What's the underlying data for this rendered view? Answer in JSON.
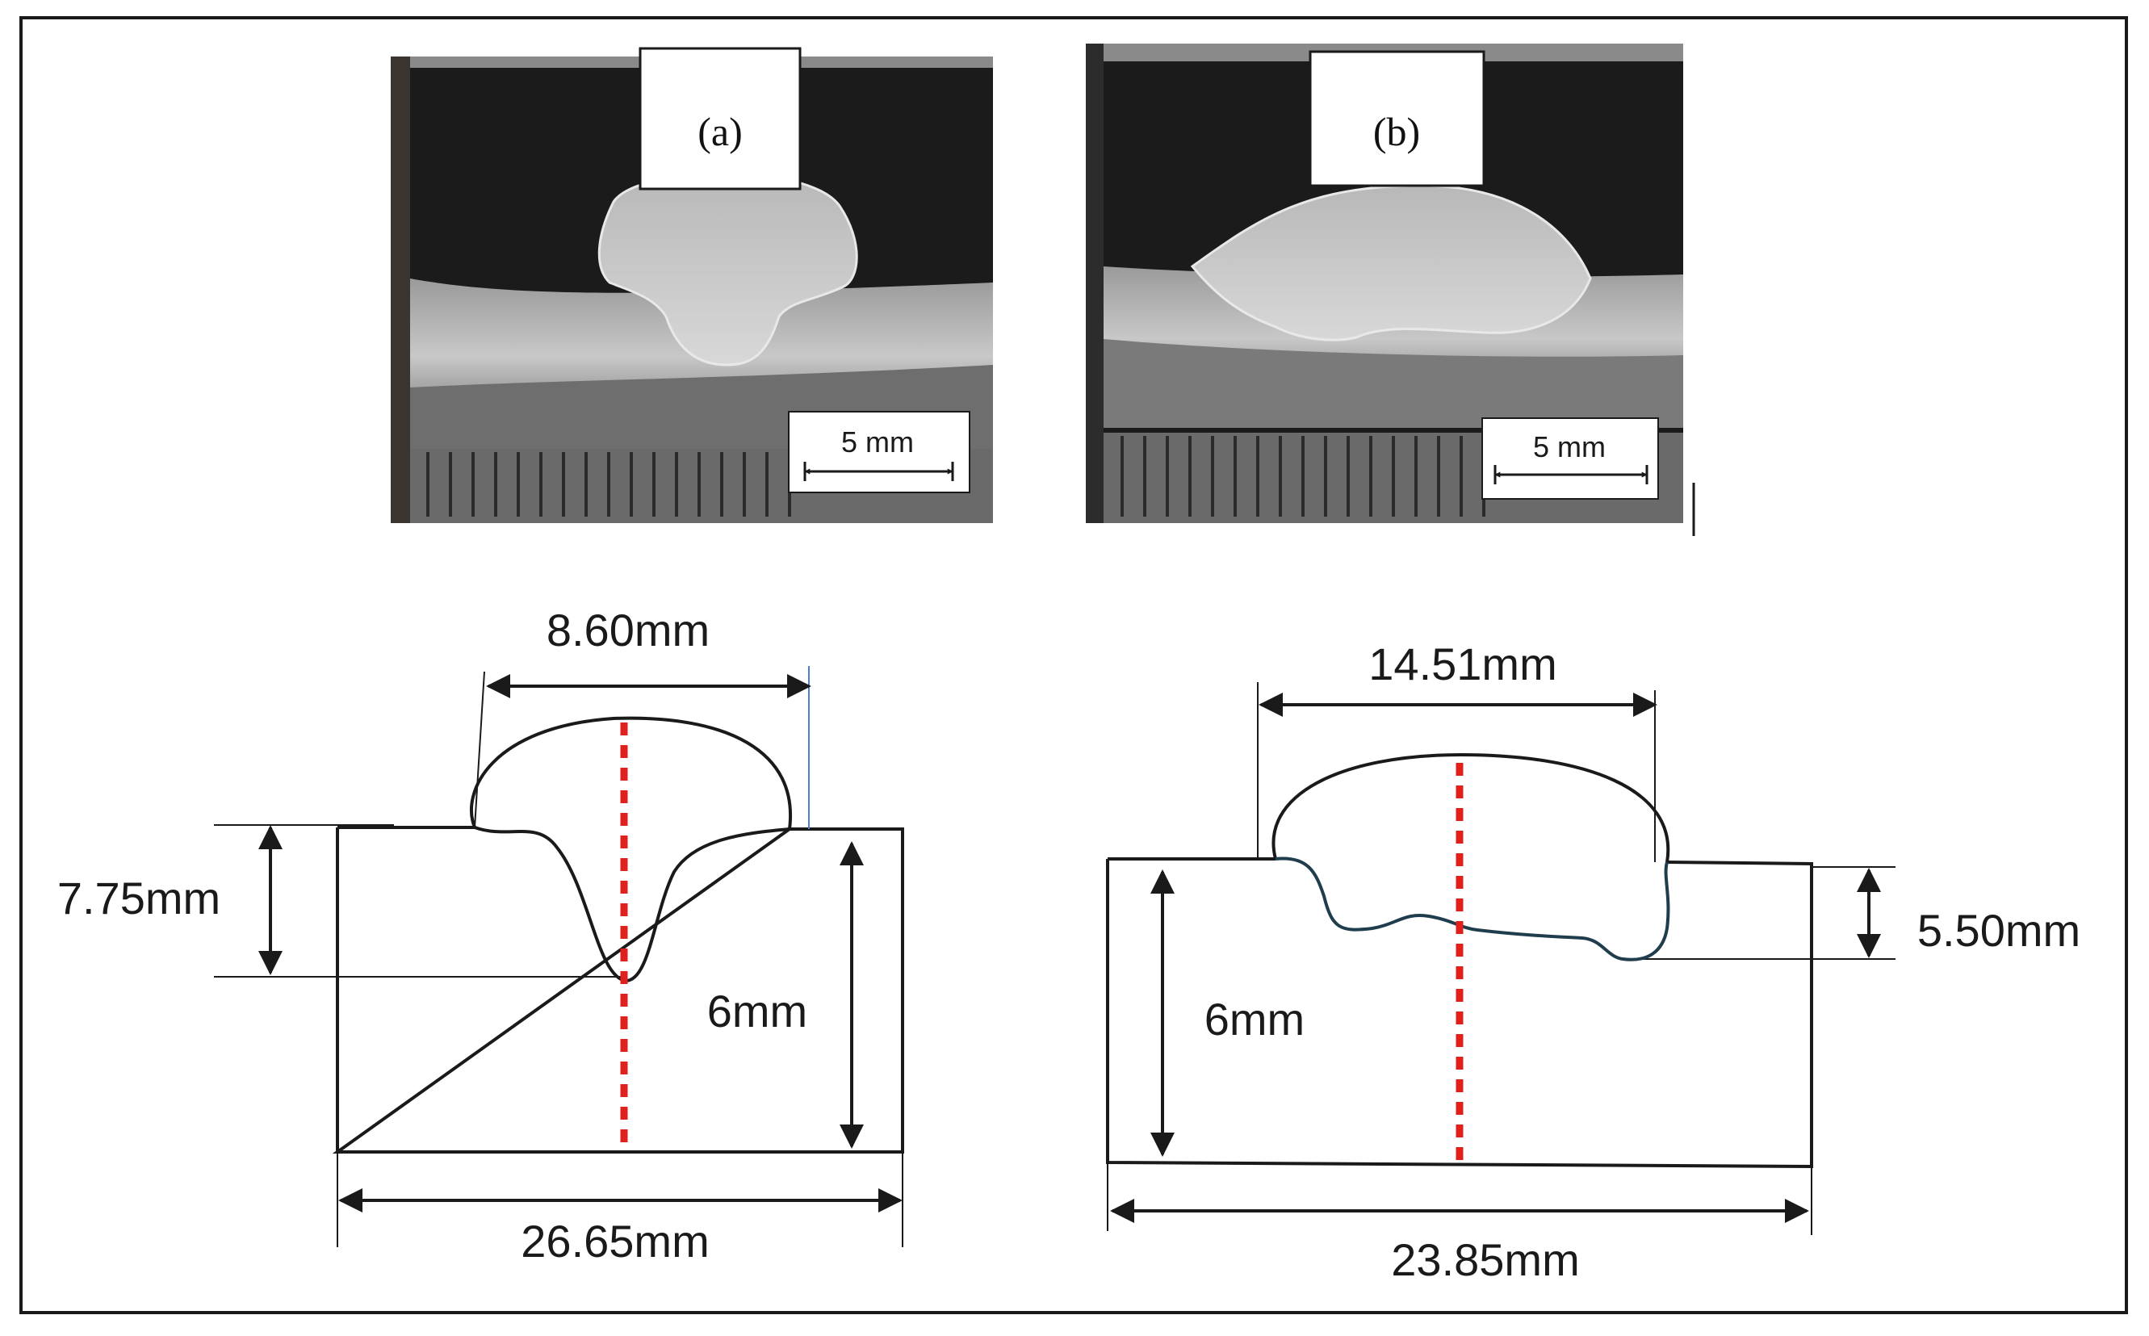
{
  "panel_a": {
    "label": "(a)",
    "scale_bar": "5 mm",
    "dimensions": {
      "width_top": "8.60mm",
      "depth": "7.75mm",
      "thickness": "6mm",
      "width_plate": "26.65mm"
    }
  },
  "panel_b": {
    "label": "(b)",
    "scale_bar": "5 mm",
    "dimensions": {
      "width_top": "14.51mm",
      "depth": "5.50mm",
      "thickness": "6mm",
      "width_plate": "23.85mm"
    }
  },
  "colors": {
    "outline": "#1a1a1a",
    "centerline": "#e0201c",
    "fusion_line_b": "#1f3d4d",
    "leader_blue": "#4a7fd0"
  }
}
